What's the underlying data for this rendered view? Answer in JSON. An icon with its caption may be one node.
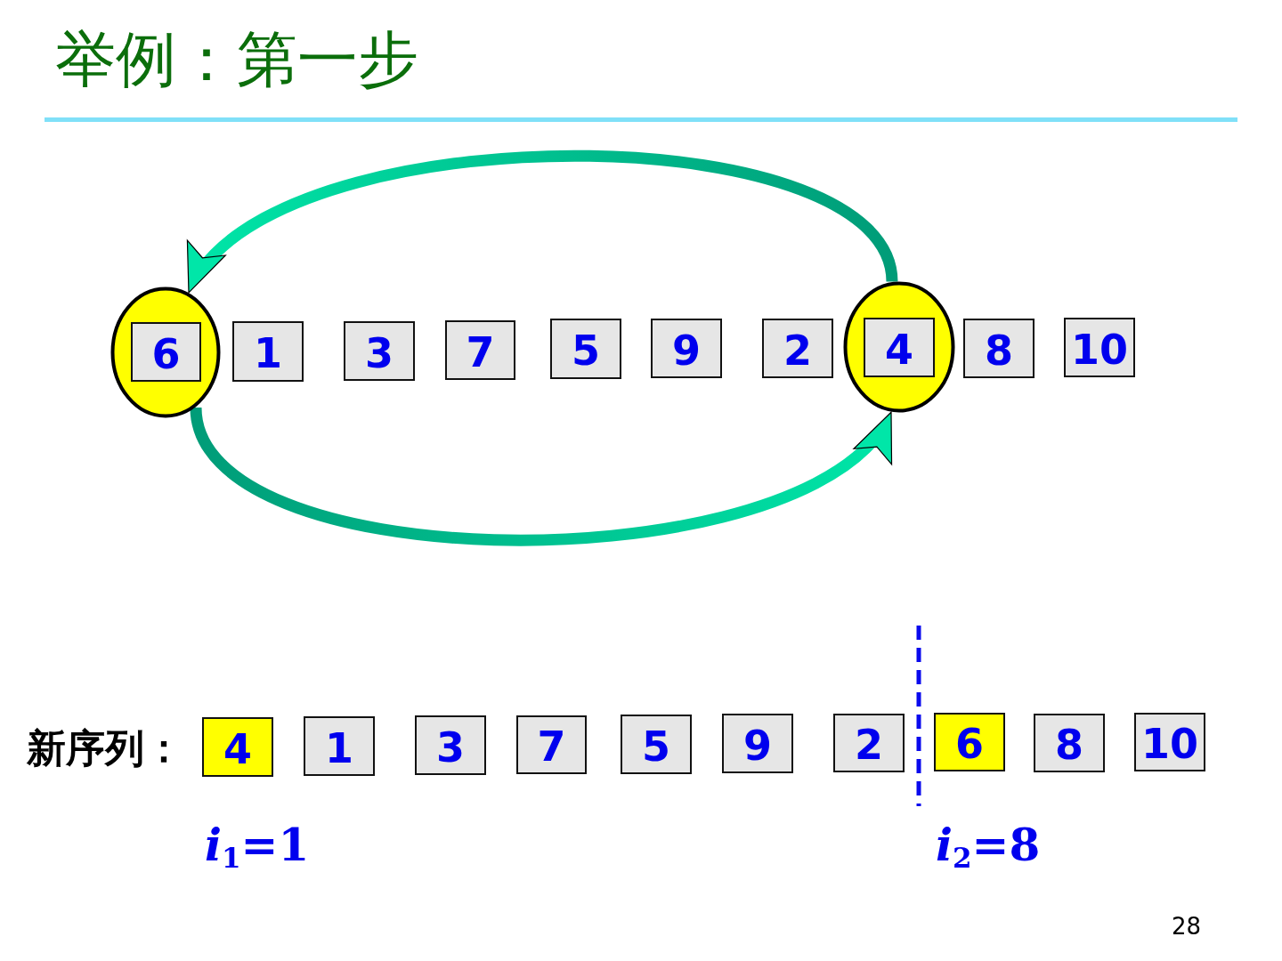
{
  "diagram": {
    "title": "举例：第一步",
    "nodes": [
      {
        "text": [],
        "shape": "ellipse"
      },
      {
        "text": [
          "6"
        ],
        "in": 0
      },
      {
        "text": [
          "1"
        ]
      },
      {
        "text": [
          "3"
        ]
      },
      {
        "text": [
          "7"
        ]
      },
      {
        "text": [
          "5"
        ]
      },
      {
        "text": [
          "9"
        ]
      },
      {
        "text": [
          "2"
        ]
      },
      {
        "text": [],
        "shape": "ellipse"
      },
      {
        "text": [
          "4"
        ],
        "in": 8
      },
      {
        "text": [
          "8"
        ]
      },
      {
        "text": [
          "10"
        ]
      },
      {
        "text": [
          "4"
        ]
      },
      {
        "text": [
          "1"
        ]
      },
      {
        "text": [
          "3"
        ]
      },
      {
        "text": [
          "7"
        ]
      },
      {
        "text": [
          "5"
        ]
      },
      {
        "text": [
          "9"
        ]
      },
      {
        "text": [
          "2"
        ]
      },
      {
        "text": [
          "6"
        ]
      },
      {
        "text": [
          "8"
        ]
      },
      {
        "text": [
          "10"
        ]
      }
    ],
    "edges": [
      {
        "from": 8,
        "to": 0,
        "arrow": "to",
        "style": "thick"
      },
      {
        "from": 0,
        "to": 8,
        "arrow": "to",
        "style": "thick"
      }
    ],
    "labels": [
      "新序列：",
      "*i*$_{1}$=1",
      "*i*$_{2}$=8",
      "28"
    ]
  }
}
